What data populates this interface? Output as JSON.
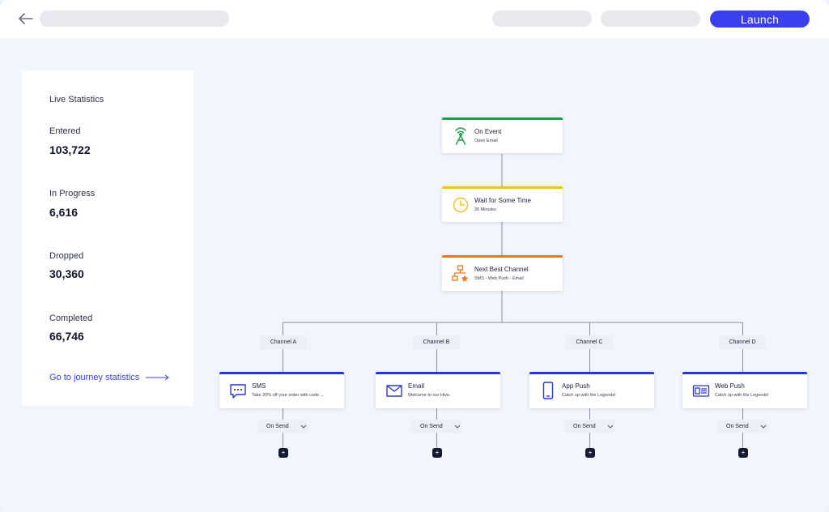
{
  "header": {
    "launch_label": "Launch"
  },
  "stats": {
    "title": "Live Statistics",
    "items": [
      {
        "label": "Entered",
        "value": "103,722"
      },
      {
        "label": "In Progress",
        "value": "6,616"
      },
      {
        "label": "Dropped",
        "value": "30,360"
      },
      {
        "label": "Completed",
        "value": "66,746"
      }
    ],
    "link_label": "Go to journey statistics"
  },
  "flow": {
    "steps": [
      {
        "title": "On Event",
        "subtitle": "Open Email",
        "icon": "antenna-icon",
        "color": "#1e9e4a"
      },
      {
        "title": "Wait for Some Time",
        "subtitle": "30 Minutes",
        "icon": "clock-icon",
        "color": "#f2c21a"
      },
      {
        "title": "Next Best Channel",
        "subtitle": "SMS - Web Push - Email",
        "icon": "network-star-icon",
        "color": "#e47a12"
      }
    ],
    "channels": [
      {
        "tag": "Channel A",
        "title": "SMS",
        "subtitle": "Take 20% off your order with code ...",
        "icon": "sms-icon",
        "action": "On Send"
      },
      {
        "tag": "Channel B",
        "title": "Email",
        "subtitle": "Welcome to our Hive.",
        "icon": "envelope-icon",
        "action": "On Send"
      },
      {
        "tag": "Channel C",
        "title": "App Push",
        "subtitle": "Catch up with the Legends!",
        "icon": "mobile-icon",
        "action": "On Send"
      },
      {
        "tag": "Channel D",
        "title": "Web Push",
        "subtitle": "Catch up with the Legends!",
        "icon": "browser-icon",
        "action": "On Send"
      }
    ],
    "channel_color": "#2a37c9",
    "add_label": "+"
  },
  "colors": {
    "accent": "#3a3ff0",
    "background": "#f2f5fc",
    "dark": "#151a33"
  }
}
